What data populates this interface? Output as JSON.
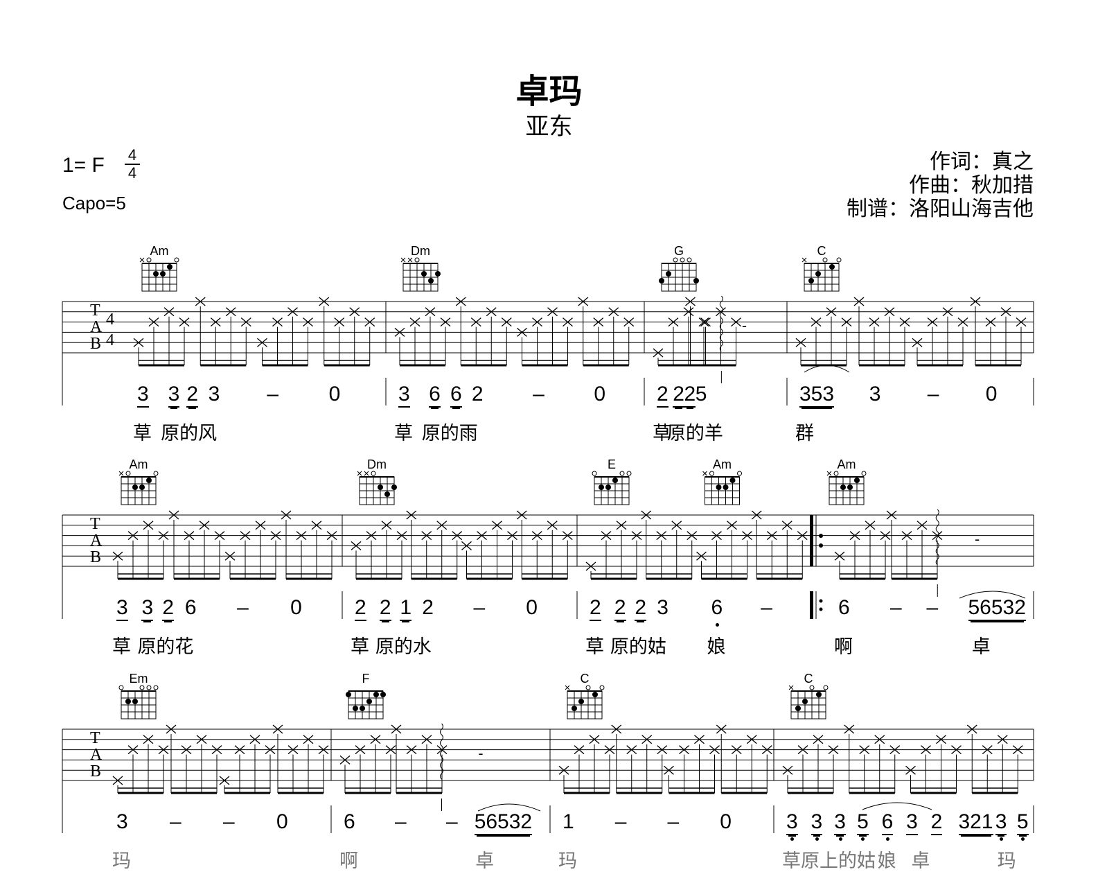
{
  "header": {
    "title": "卓玛",
    "artist": "亚东",
    "key": "1= F",
    "time_signature": {
      "top": "4",
      "bottom": "4"
    },
    "capo": "Capo=5",
    "lyricist": "作词：真之",
    "composer": "作曲：秋加措",
    "transcriber": "制谱：洛阳山海吉他"
  },
  "tab_clef": [
    "T",
    "A",
    "B"
  ],
  "tab_time": [
    "4",
    "4"
  ],
  "half_rest": "-",
  "systems": [
    {
      "measures": [
        {
          "groups": 4,
          "chords": [
            {
              "name": "Am",
              "frets": "x02210",
              "b": 0
            }
          ],
          "notes": [
            {
              "t": "3",
              "b": 0,
              "u": 1
            },
            {
              "t": "3",
              "b": 0.5,
              "u": 2
            },
            {
              "t": "2",
              "b": 0.8,
              "u": 2
            },
            {
              "t": "3",
              "b": 1.15
            },
            {
              "t": "–",
              "b": 2.1
            },
            {
              "t": "0",
              "b": 3.1
            }
          ],
          "lyrics": [
            {
              "t": "草",
              "b": 0
            },
            {
              "t": "原的风",
              "b": 0.45
            }
          ]
        },
        {
          "groups": 4,
          "chords": [
            {
              "name": "Dm",
              "frets": "xx0232",
              "b": 0
            }
          ],
          "notes": [
            {
              "t": "3",
              "b": 0,
              "u": 1
            },
            {
              "t": "6",
              "b": 0.5,
              "u": 2
            },
            {
              "t": "6",
              "b": 0.85,
              "u": 2
            },
            {
              "t": "2",
              "b": 1.2
            },
            {
              "t": "–",
              "b": 2.2
            },
            {
              "t": "0",
              "b": 3.2
            }
          ],
          "lyrics": [
            {
              "t": "草",
              "b": 0
            },
            {
              "t": "原的雨",
              "b": 0.45
            }
          ]
        },
        {
          "groups": 2,
          "chords": [
            {
              "name": "G",
              "frets": "320003",
              "b": 0
            }
          ],
          "notes": [
            {
              "t": "2",
              "b": 0,
              "u": 1
            },
            {
              "t": "2",
              "b": 0.5,
              "u": 2
            },
            {
              "t": "2",
              "b": 0.85,
              "u": 2
            },
            {
              "t": "5",
              "b": 1.2
            }
          ],
          "lyrics": [
            {
              "t": "草",
              "b": 0
            },
            {
              "t": "原的羊",
              "b": 0.45
            }
          ]
        },
        {
          "groups": 4,
          "chords": [
            {
              "name": "C",
              "frets": "x32010",
              "b": 0
            }
          ],
          "notes": [
            {
              "t": "353",
              "b": 0,
              "u": 2
            },
            {
              "t": "3",
              "b": 1.2
            },
            {
              "t": "–",
              "b": 2.2
            },
            {
              "t": "0",
              "b": 3.2
            }
          ],
          "lyrics": [
            {
              "t": "群",
              "b": 0
            }
          ]
        }
      ]
    },
    {
      "measures": [
        {
          "groups": 4,
          "chords": [
            {
              "name": "Am",
              "frets": "x02210",
              "b": 0
            }
          ],
          "notes": [
            {
              "t": "3",
              "b": 0,
              "u": 1
            },
            {
              "t": "3",
              "b": 0.45,
              "u": 2
            },
            {
              "t": "2",
              "b": 0.82,
              "u": 2
            },
            {
              "t": "6",
              "b": 1.22
            },
            {
              "t": "–",
              "b": 2.15
            },
            {
              "t": "0",
              "b": 3.1
            }
          ],
          "lyrics": [
            {
              "t": "草",
              "b": 0
            },
            {
              "t": "原的花",
              "b": 0.45
            }
          ]
        },
        {
          "groups": 4,
          "chords": [
            {
              "name": "Dm",
              "frets": "xx0232",
              "b": 0
            }
          ],
          "notes": [
            {
              "t": "2",
              "b": 0,
              "u": 1
            },
            {
              "t": "2",
              "b": 0.45,
              "u": 2
            },
            {
              "t": "1",
              "b": 0.82,
              "u": 2
            },
            {
              "t": "2",
              "b": 1.22
            },
            {
              "t": "–",
              "b": 2.15
            },
            {
              "t": "0",
              "b": 3.1
            }
          ],
          "lyrics": [
            {
              "t": "草",
              "b": 0
            },
            {
              "t": "原的水",
              "b": 0.45
            }
          ]
        },
        {
          "groups": 4,
          "chords": [
            {
              "name": "E",
              "frets": "022100",
              "b": 0
            },
            {
              "name": "Am",
              "frets": "x02210",
              "b": 2
            }
          ],
          "notes": [
            {
              "t": "2",
              "b": 0,
              "u": 1
            },
            {
              "t": "2",
              "b": 0.45,
              "u": 2
            },
            {
              "t": "2",
              "b": 0.82,
              "u": 2
            },
            {
              "t": "3",
              "b": 1.22
            },
            {
              "t": "6",
              "b": 2.2,
              "low": true
            },
            {
              "t": "–",
              "b": 3.1
            }
          ],
          "lyrics": [
            {
              "t": "草",
              "b": 0
            },
            {
              "t": "原的姑",
              "b": 0.45
            },
            {
              "t": "娘",
              "b": 2.2
            }
          ]
        },
        {
          "groups": 2,
          "repeat_start": true,
          "chords": [
            {
              "name": "Am",
              "frets": "x02210",
              "b": 0
            }
          ],
          "notes": [
            {
              "t": "6",
              "b": 0
            },
            {
              "t": "–",
              "b": 1
            },
            {
              "t": "–",
              "b": 1.7
            },
            {
              "t": "56532",
              "b": 2.5,
              "u": 2
            }
          ],
          "lyrics": [
            {
              "t": "啊",
              "b": 0
            },
            {
              "t": "卓",
              "b": 2.65
            }
          ]
        }
      ]
    },
    {
      "measures": [
        {
          "groups": 4,
          "chords": [
            {
              "name": "Em",
              "frets": "022000",
              "b": 0
            }
          ],
          "notes": [
            {
              "t": "3",
              "b": 0
            },
            {
              "t": "–",
              "b": 1
            },
            {
              "t": "–",
              "b": 2
            },
            {
              "t": "0",
              "b": 3
            }
          ],
          "lyrics": [
            {
              "t": "玛",
              "b": 0
            }
          ],
          "gray": true
        },
        {
          "groups": 2,
          "chords": [
            {
              "name": "F",
              "frets": "133211",
              "b": 0
            }
          ],
          "notes": [
            {
              "t": "6",
              "b": 0
            },
            {
              "t": "–",
              "b": 1
            },
            {
              "t": "–",
              "b": 2
            },
            {
              "t": "56532",
              "b": 2.55,
              "u": 2
            }
          ],
          "lyrics": [
            {
              "t": "啊",
              "b": 0
            },
            {
              "t": "卓",
              "b": 2.65
            }
          ],
          "gray": true
        },
        {
          "groups": 4,
          "chords": [
            {
              "name": "C",
              "frets": "x32010",
              "b": 0
            }
          ],
          "notes": [
            {
              "t": "1",
              "b": 0
            },
            {
              "t": "–",
              "b": 1
            },
            {
              "t": "–",
              "b": 2
            },
            {
              "t": "0",
              "b": 3
            }
          ],
          "lyrics": [
            {
              "t": "玛",
              "b": 0
            }
          ],
          "gray": true
        },
        {
          "groups": 4,
          "chords": [
            {
              "name": "C",
              "frets": "x32010",
              "b": 0
            }
          ],
          "notes": [
            {
              "t": "3",
              "b": 0,
              "u": 2,
              "low": true
            },
            {
              "t": "3",
              "b": 0.4,
              "u": 2,
              "low": true
            },
            {
              "t": "3",
              "b": 0.78,
              "u": 2,
              "low": true
            },
            {
              "t": "5",
              "b": 1.15,
              "u": 2,
              "low": true
            },
            {
              "t": "6",
              "b": 1.55,
              "u": 1,
              "low": true
            },
            {
              "t": "3",
              "b": 1.95,
              "u": 1
            },
            {
              "t": "2",
              "b": 2.35,
              "u": 1
            },
            {
              "t": "321",
              "b": 2.8,
              "u": 2
            },
            {
              "t": "3",
              "b": 3.4,
              "u": 2,
              "low": true
            },
            {
              "t": "5",
              "b": 3.75,
              "u": 2,
              "low": true
            }
          ],
          "lyrics": [
            {
              "t": "草原上的姑",
              "b": 0
            },
            {
              "t": "娘",
              "b": 1.55
            },
            {
              "t": "卓",
              "b": 2.1
            },
            {
              "t": "玛",
              "b": 3.5
            }
          ],
          "gray": true
        }
      ]
    }
  ]
}
